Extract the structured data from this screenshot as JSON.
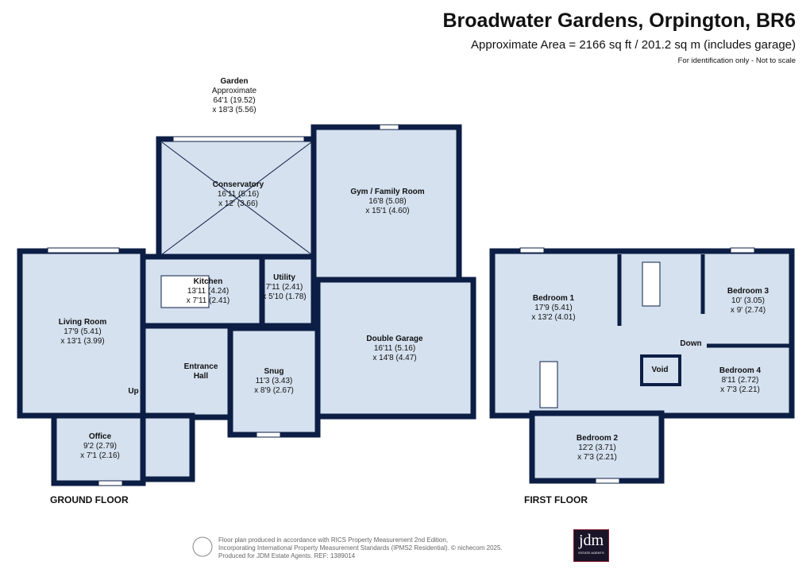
{
  "header": {
    "title": "Broadwater Gardens, Orpington, BR6",
    "area": "Approximate Area = 2166 sq ft / 201.2 sq m (includes garage)",
    "note": "For identification only - Not to scale"
  },
  "garden": {
    "name": "Garden",
    "l1": "Approximate",
    "l2": "64'1 (19.52)",
    "l3": "x 18'3 (5.56)"
  },
  "ground_floor": {
    "label": "GROUND FLOOR",
    "up": "Up",
    "rooms": [
      {
        "name": "Conservatory",
        "d1": "16'11 (5.16)",
        "d2": "x 12' (3.66)"
      },
      {
        "name": "Gym / Family Room",
        "d1": "16'8 (5.08)",
        "d2": "x 15'1 (4.60)"
      },
      {
        "name": "Kitchen",
        "d1": "13'11 (4.24)",
        "d2": "x 7'11 (2.41)"
      },
      {
        "name": "Utility",
        "d1": "7'11 (2.41)",
        "d2": "x 5'10 (1.78)"
      },
      {
        "name": "Living Room",
        "d1": "17'9 (5.41)",
        "d2": "x 13'1 (3.99)"
      },
      {
        "name": "Double Garage",
        "d1": "16'11 (5.16)",
        "d2": "x 14'8 (4.47)"
      },
      {
        "name": "Entrance",
        "d1": "Hall",
        "d2": ""
      },
      {
        "name": "Snug",
        "d1": "11'3 (3.43)",
        "d2": "x 8'9 (2.67)"
      },
      {
        "name": "Office",
        "d1": "9'2 (2.79)",
        "d2": "x 7'1 (2.16)"
      }
    ]
  },
  "first_floor": {
    "label": "FIRST FLOOR",
    "down": "Down",
    "void": "Void",
    "rooms": [
      {
        "name": "Bedroom 1",
        "d1": "17'9 (5.41)",
        "d2": "x 13'2 (4.01)"
      },
      {
        "name": "Bedroom 3",
        "d1": "10' (3.05)",
        "d2": "x 9' (2.74)"
      },
      {
        "name": "Bedroom 4",
        "d1": "8'11 (2.72)",
        "d2": "x 7'3 (2.21)"
      },
      {
        "name": "Bedroom 2",
        "d1": "12'2 (3.71)",
        "d2": "x 7'3 (2.21)"
      }
    ]
  },
  "footer": {
    "l1": "Floor plan produced in accordance with RICS Property Measurement 2nd Edition,",
    "l2": "Incorporating International Property Measurement Standards (IPMS2 Residential).   © nichecom 2025.",
    "l3": "Produced for JDM Estate Agents.   REF: 1389014",
    "logo": "jdm",
    "logo_sub": "ESTATE AGENTS"
  },
  "colors": {
    "wall": "#0d1e45",
    "room": "#d5e1ef",
    "logo_bg": "#1a1428"
  }
}
